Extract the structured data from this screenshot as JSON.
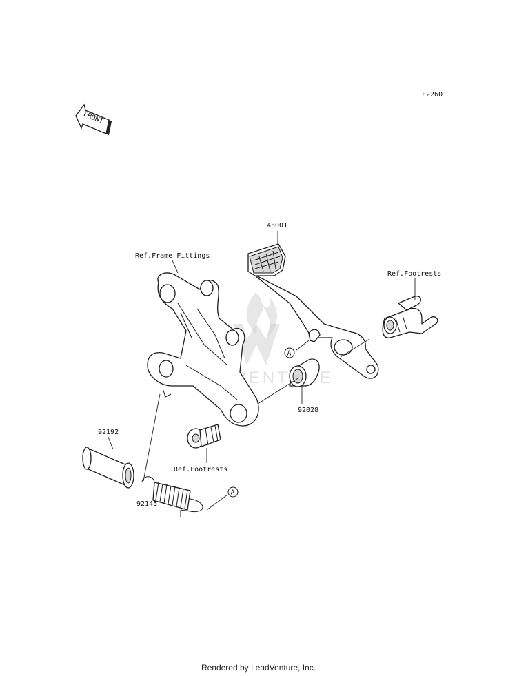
{
  "diagram_code": "F2260",
  "front_label": "FRONT",
  "callouts": {
    "p43001": "43001",
    "ref_frame_fittings": "Ref.Frame Fittings",
    "ref_footrests_top": "Ref.Footrests",
    "p92028": "92028",
    "p92192": "92192",
    "ref_footrests_bottom": "Ref.Footrests",
    "p92145": "92145",
    "marker_a": "A"
  },
  "watermark": "LEADVENTURE",
  "footer": "Rendered by LeadVenture, Inc."
}
